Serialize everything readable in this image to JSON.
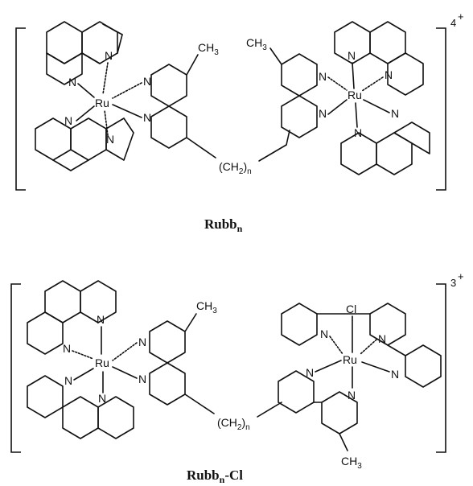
{
  "structures": [
    {
      "label": "Rubb",
      "label_sub": "n",
      "charge": "4",
      "charge_sign": "+",
      "metal_left": "Ru",
      "metal_right": "Ru",
      "linker": "(CH",
      "linker_sub2": "2",
      "linker_close": ")",
      "linker_n": "n",
      "methyl_left": "CH",
      "methyl_left_sub": "3",
      "methyl_right": "CH",
      "methyl_right_sub": "3",
      "n_atom": "N"
    },
    {
      "label": "Rubb",
      "label_sub": "n",
      "label_suffix": "-Cl",
      "charge": "3",
      "charge_sign": "+",
      "metal_left": "Ru",
      "metal_right": "Ru",
      "chloro": "Cl",
      "linker": "(CH",
      "linker_sub2": "2",
      "linker_close": ")",
      "linker_n": "n",
      "methyl_top": "CH",
      "methyl_top_sub": "3",
      "methyl_bottom": "CH",
      "methyl_bottom_sub": "3",
      "n_atom": "N"
    }
  ]
}
